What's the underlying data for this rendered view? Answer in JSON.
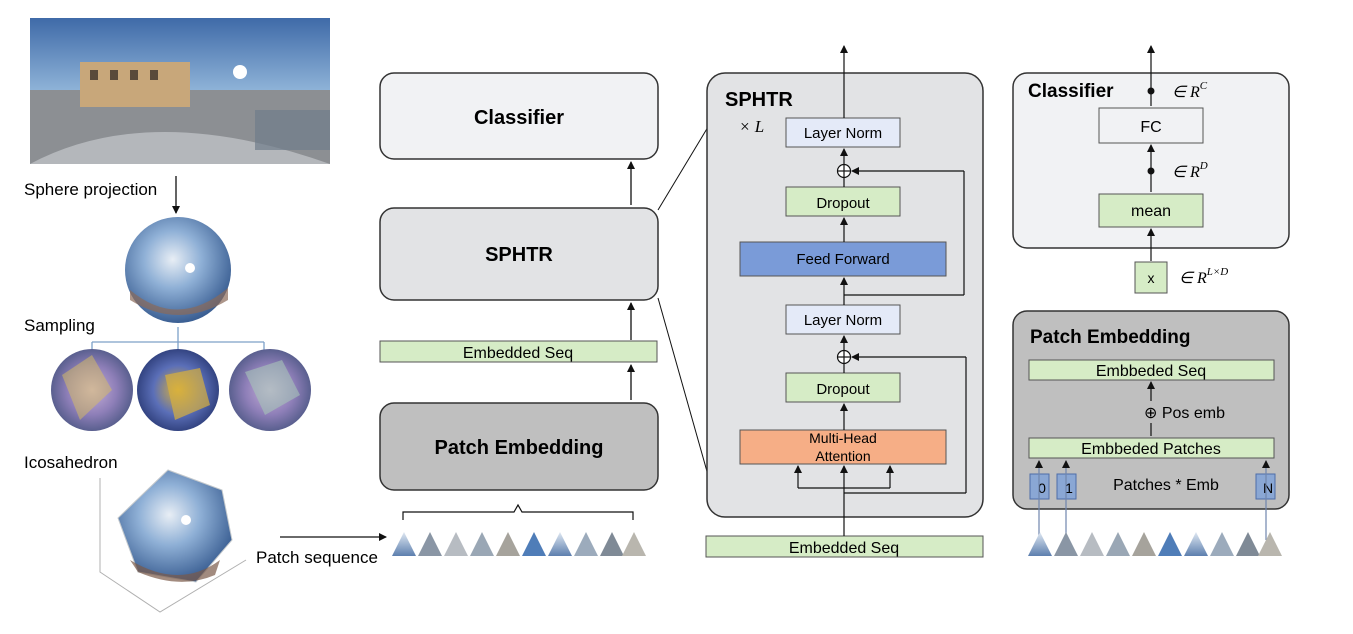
{
  "left_pipeline": {
    "sphere_projection": "Sphere projection",
    "sampling": "Sampling",
    "icosahedron": "Icosahedron",
    "patch_sequence": "Patch sequence"
  },
  "overview": {
    "classifier": "Classifier",
    "sphtr": "SPHTR",
    "embedded_seq": "Embedded Seq",
    "patch_embedding": "Patch Embedding"
  },
  "sphtr_detail": {
    "title": "SPHTR",
    "repeat": "× L",
    "layer_norm_top": "Layer Norm",
    "dropout_top": "Dropout",
    "feed_forward": "Feed Forward",
    "layer_norm_bottom": "Layer Norm",
    "dropout_bottom": "Dropout",
    "mha_line1": "Multi-Head",
    "mha_line2": "Attention",
    "embedded_seq": "Embedded Seq",
    "colors": {
      "ff": "#7a9bd8",
      "mha": "#f6ae86",
      "green": "#d6ecc6",
      "ln": "#e4eaf8"
    }
  },
  "classifier_detail": {
    "title": "Classifier",
    "fc": "FC",
    "mean": "mean",
    "x": "x",
    "dim_c": "∈ R",
    "sup_c": "C",
    "dim_d": "∈ R",
    "sup_d": "D",
    "dim_ld": "∈ R",
    "sup_ld": "L×D"
  },
  "patch_embedding_detail": {
    "title": "Patch Embedding",
    "embedded_seq": "Embbeded Seq",
    "pos_emb": "⊕  Pos emb",
    "embedded_patches": "Embbeded Patches",
    "patches_emb": "Patches * Emb",
    "token_0": "0",
    "token_1": "1",
    "token_n": "N"
  }
}
